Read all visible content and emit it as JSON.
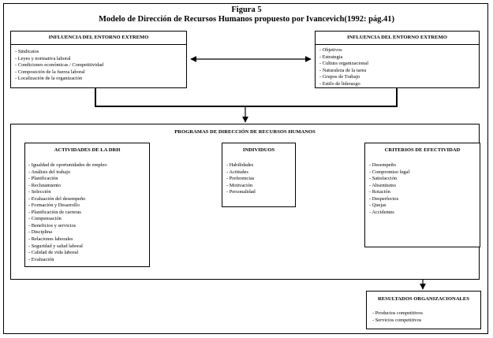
{
  "figure": {
    "label": "Figura 5",
    "title": "Modelo de Dirección de Recursos Humanos propuesto por Ivancevich(1992: pág.41)"
  },
  "left_top": {
    "title": "INFLUENCIA DEL ENTORNO EXTREMO",
    "items": [
      "- Sindicatos",
      "- Leyes y normativa laboral",
      "- Condiciones económicas / Competitividad",
      "- Composición de la fuerza laboral",
      "- Localización de la organización"
    ]
  },
  "right_top": {
    "title": "INFLUENCIA DEL ENTORNO EXTREMO",
    "items": [
      "- Objetivos",
      "- Estrategia",
      "- Cultura organizacional",
      "- Naturaleza de la tarea",
      "- Grupos de Trabajo",
      "- Estilo de liderazgo"
    ]
  },
  "programs": {
    "title": "PROGRAMAS DE DIRECCIÓN DE RECURSOS HUMANOS"
  },
  "activities": {
    "title": "ACTIVIDADES DE LA DRH",
    "items": [
      "- Igualdad de oportunidades de empleo",
      "- Análisis del trabajo",
      "- Planificación",
      "- Reclutamiento",
      "- Selección",
      "- Evaluación del desempeño",
      "- Formación y Desarrollo",
      "- Planificación de carreras",
      "- Compensación",
      "- Beneficios y servicios",
      "- Disciplina",
      "- Relaciones laborales",
      "- Seguridad y salud laboral",
      "- Calidad de vida laboral",
      "- Evaluación"
    ]
  },
  "individuals": {
    "title": "INDIVIDUOS",
    "items": [
      "- Habilidades",
      "- Actitudes",
      "- Preferencias",
      "- Motivación",
      "- Personalidad"
    ]
  },
  "criteria": {
    "title": "CRITERIOS DE EFECTIVIDAD",
    "items": [
      "- Desempeño",
      "- Compromiso legal",
      "- Satisfacción",
      "- Absentismo",
      "- Rotación",
      "- Desperfectos",
      "- Quejas",
      "- Accidentes"
    ]
  },
  "results": {
    "title": "RESULTADOS ORGANIZACIONALES",
    "items": [
      "- Productos competitivos",
      "- Servicios competitivos"
    ]
  }
}
